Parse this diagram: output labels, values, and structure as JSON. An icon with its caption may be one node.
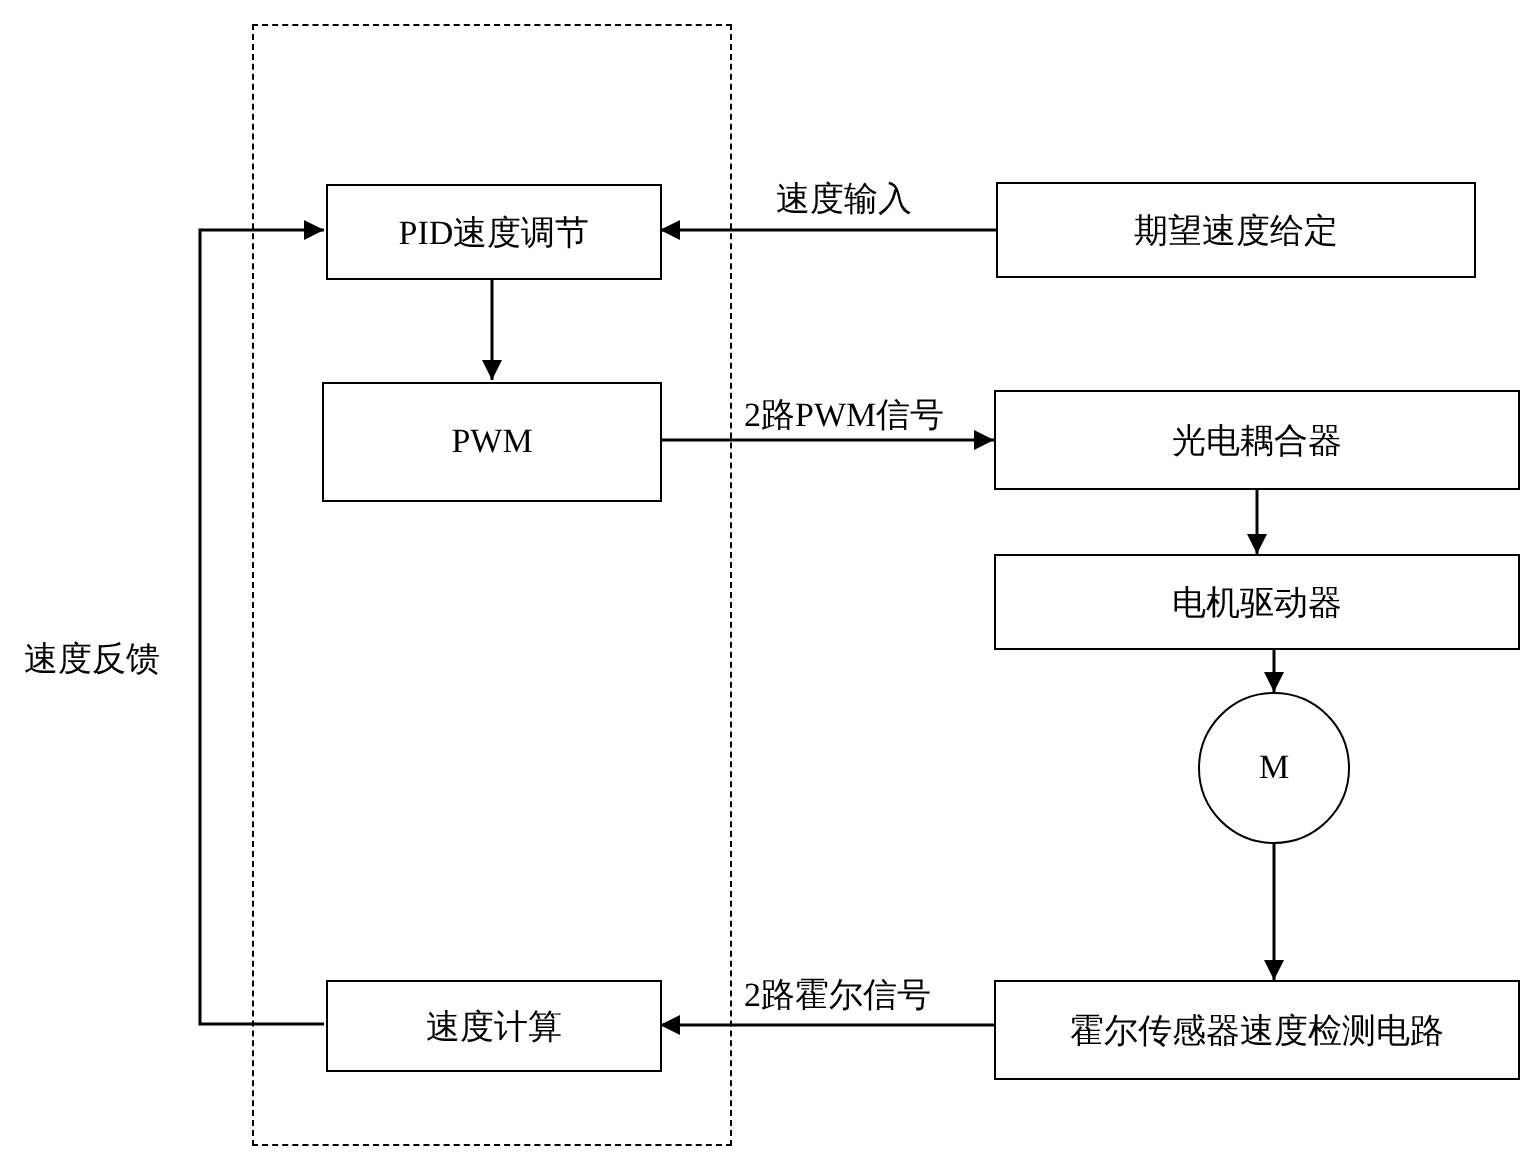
{
  "diagram": {
    "nodes": [
      {
        "text": [],
        "shape": "box"
      },
      {
        "text": [
          "PID速度调节"
        ],
        "in": 0
      },
      {
        "text": [
          "期望速度给定"
        ]
      },
      {
        "text": [
          "PWM"
        ],
        "in": 0
      },
      {
        "text": [
          "光电耦合器"
        ]
      },
      {
        "text": [
          "电机驱动器"
        ]
      },
      {
        "text": [
          "M"
        ]
      },
      {
        "text": [
          "速度计算"
        ],
        "in": 0
      },
      {
        "text": [
          "霍尔传感器速度检测电路"
        ]
      }
    ],
    "edges": [
      {
        "from": 1,
        "to": 3,
        "arrow": "to"
      },
      {
        "from": 2,
        "to": 1,
        "arrow": "to",
        "label": "速度输入"
      },
      {
        "from": 3,
        "to": 4,
        "arrow": "to",
        "label": "2路PWM信号"
      },
      {
        "from": 4,
        "to": 5,
        "arrow": "to"
      },
      {
        "from": 5,
        "to": 6,
        "arrow": "to"
      },
      {
        "from": 6,
        "to": 8,
        "arrow": "to"
      },
      {
        "from": 8,
        "to": 7,
        "arrow": "to",
        "label": "2路霍尔信号"
      },
      {
        "from": 7,
        "to": 1,
        "arrow": "to",
        "label": "速度反馈"
      }
    ]
  }
}
